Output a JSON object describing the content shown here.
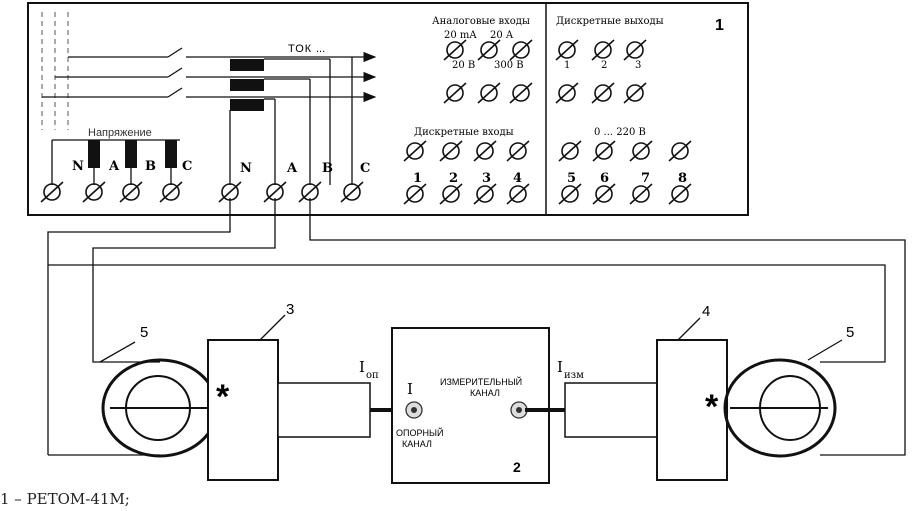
{
  "block1": {
    "number": "1",
    "analog_inputs_title": "Аналоговые входы",
    "analog_labels": {
      "ma20": "20 mA",
      "a20": "20 A",
      "v20": "20 В",
      "v300": "300 В"
    },
    "discrete_outputs_title": "Дискретные выходы",
    "discrete_outputs_numbers": [
      "1",
      "2",
      "3"
    ],
    "discrete_inputs_title": "Дискретные входы",
    "discrete_inputs_numbers": [
      "1",
      "2",
      "3",
      "4"
    ],
    "voltage_range": "0 ... 220 В",
    "discrete_inputs2_numbers": [
      "5",
      "6",
      "7",
      "8"
    ],
    "current_label": "ТОК",
    "voltage_label": "Напряжение",
    "voltage_terminals": [
      "N",
      "A",
      "B",
      "C"
    ],
    "current_terminals": [
      "N",
      "A",
      "B",
      "C"
    ]
  },
  "block2": {
    "number": "2",
    "i_label": "I",
    "measuring_line1": "ИЗМЕРИТЕЛЬНЫЙ",
    "measuring_line2": "КАНАЛ",
    "reference_line1": "ОПОРНЫЙ",
    "reference_line2": "КАНАЛ"
  },
  "labels": {
    "block3": "3",
    "block4": "4",
    "clamp_left": "5",
    "clamp_right": "5",
    "i_op_main": "I",
    "i_op_sub": "оп",
    "i_izm_main": "I",
    "i_izm_sub": "изм",
    "star_left": "*",
    "star_right": "*"
  },
  "caption": "1 – РЕТОМ-41М;"
}
